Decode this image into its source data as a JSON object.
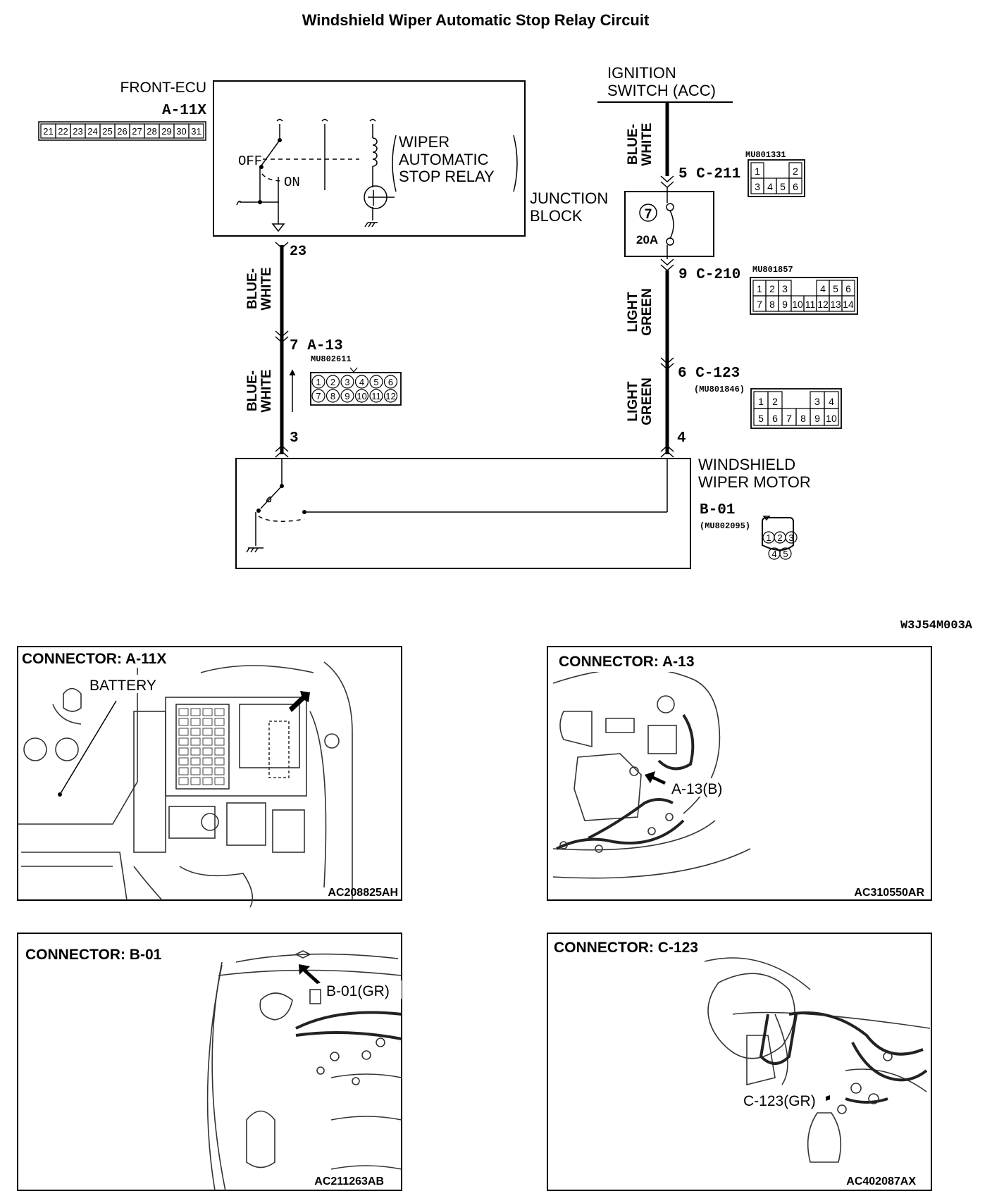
{
  "title": "Windshield Wiper Automatic Stop Relay Circuit",
  "figure_code": "W3J54M003A",
  "front_ecu": {
    "name": "FRONT-ECU",
    "connector": "A-11X",
    "pins": [
      "21",
      "22",
      "23",
      "24",
      "25",
      "26",
      "27",
      "28",
      "29",
      "30",
      "31"
    ],
    "relay_label": [
      "WIPER",
      "AUTOMATIC",
      "STOP RELAY"
    ],
    "switch_off": "OFF",
    "switch_on": "ON"
  },
  "ignition": [
    "IGNITION",
    "SWITCH (ACC)"
  ],
  "junction_block": {
    "name": [
      "JUNCTION",
      "BLOCK"
    ],
    "fuse_number": "7",
    "fuse_rating": "20A"
  },
  "wire_colors": {
    "blue_white": [
      "BLUE-",
      "WHITE"
    ],
    "light_green": [
      "LIGHT",
      "GREEN"
    ]
  },
  "terminals": {
    "ecu_23": "23",
    "a13": "7 A-13",
    "motor_3": "3",
    "c211": "5 C-211",
    "c210": "9 C-210",
    "c123": "6 C-123",
    "motor_4": "4"
  },
  "part_numbers": {
    "c211": "MU801331",
    "c210": "MU801857",
    "a13": "MU802611",
    "c123": "(MU801846)",
    "b01": "(MU802095)"
  },
  "connector_pins": {
    "c211_top": [
      "1",
      "2"
    ],
    "c211_bottom": [
      "3",
      "4",
      "5",
      "6"
    ],
    "c210_top": [
      "1",
      "2",
      "3",
      "4",
      "5",
      "6"
    ],
    "c210_bottom": [
      "7",
      "8",
      "9",
      "10",
      "11",
      "12",
      "13",
      "14"
    ],
    "a13_top": [
      "1",
      "2",
      "3",
      "4",
      "5",
      "6"
    ],
    "a13_bottom": [
      "7",
      "8",
      "9",
      "10",
      "11",
      "12"
    ],
    "c123_top": [
      "1",
      "2",
      "3",
      "4"
    ],
    "c123_bottom": [
      "5",
      "6",
      "7",
      "8",
      "9",
      "10"
    ],
    "b01_top": [
      "1",
      "2",
      "3"
    ],
    "b01_bottom": [
      "4",
      "5"
    ]
  },
  "wiper_motor": {
    "name": [
      "WINDSHIELD",
      "WIPER MOTOR"
    ],
    "connector": "B-01"
  },
  "panels": [
    {
      "heading": "CONNECTOR: A-11X",
      "callout": "BATTERY",
      "code": "AC208825AH"
    },
    {
      "heading": "CONNECTOR: A-13",
      "callout": "A-13(B)",
      "code": "AC310550AR"
    },
    {
      "heading": "CONNECTOR: B-01",
      "callout": "B-01(GR)",
      "code": "AC211263AB"
    },
    {
      "heading": "CONNECTOR: C-123",
      "callout": "C-123(GR)",
      "code": "AC402087AX"
    }
  ]
}
